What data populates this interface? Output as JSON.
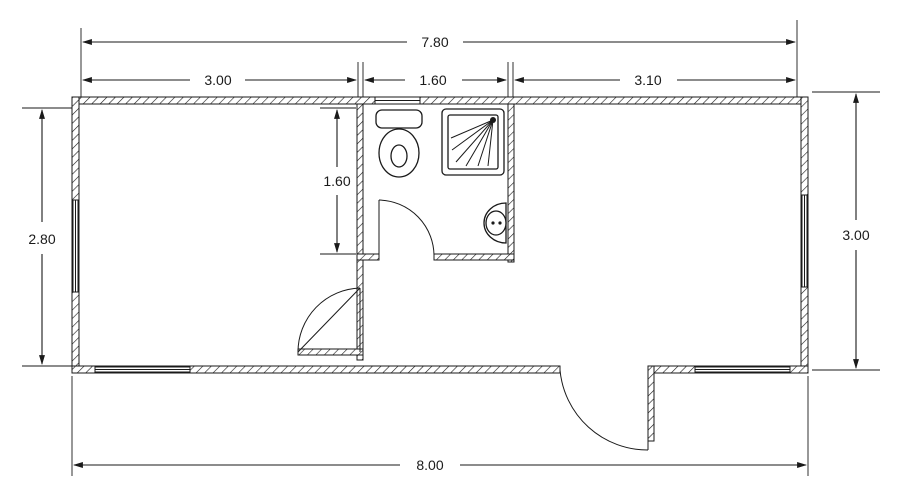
{
  "dimensions": {
    "overall_inner_width": "7.80",
    "left_room_width": "3.00",
    "bathroom_width": "1.60",
    "right_room_width": "3.10",
    "overall_outer_width": "8.00",
    "left_height": "2.80",
    "right_height": "3.00",
    "bathroom_depth": "1.60"
  },
  "colors": {
    "line": "#1a1a1a",
    "background": "#ffffff"
  }
}
